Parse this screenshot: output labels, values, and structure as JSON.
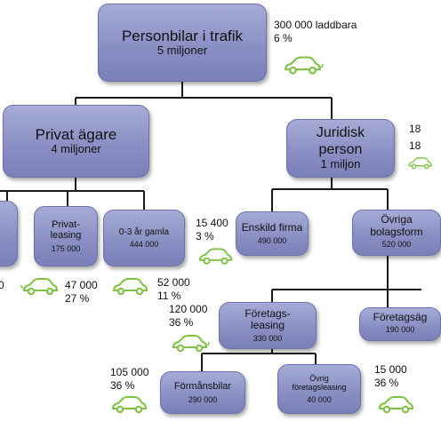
{
  "nodes": {
    "root": {
      "title": "Personbilar i trafik",
      "sub": "5 miljoner"
    },
    "privat": {
      "title": "Privat ägare",
      "sub": "4 miljoner"
    },
    "juridisk": {
      "title": "Juridisk person",
      "sub": "1 miljon"
    },
    "privat_leasing": {
      "title": "Privat-leasing",
      "sub": "175 000"
    },
    "aldre": {
      "title": "0-3 år gamla",
      "sub": "444 000"
    },
    "enskild": {
      "title": "Enskild firma",
      "sub": "490 000"
    },
    "ovriga_bolag": {
      "title": "Övriga bolagsform",
      "sub": "520 000"
    },
    "foretagsleasing": {
      "title": "Företags-leasing",
      "sub": "330 000"
    },
    "foretagsag": {
      "title": "Företagsäg",
      "sub": "190 000"
    },
    "formansbilar": {
      "title": "Förmånsbilar",
      "sub": "290 000"
    },
    "ovrig_foretagsleasing": {
      "title": "Övrig företagsleasing",
      "sub": "40 000"
    }
  },
  "annotations": {
    "root": [
      "300 000 laddbara",
      "6 %"
    ],
    "juridisk": [
      "18",
      "18"
    ],
    "left_edge": "0",
    "privat_leasing": [
      "47 000",
      "27 %"
    ],
    "aldre_top": [
      "15 400",
      "3 %"
    ],
    "aldre_bottom": [
      "52 000",
      "11 %"
    ],
    "foretagsleasing": [
      "120 000",
      "36 %"
    ],
    "formansbilar": [
      "105 000",
      "36 %"
    ],
    "ovrig_foretagsleasing": [
      "15 000",
      "36 %"
    ]
  },
  "colors": {
    "node_fill": "#8a90c4",
    "connector": "#1a1a1a",
    "car_icon": "#7dc242"
  }
}
